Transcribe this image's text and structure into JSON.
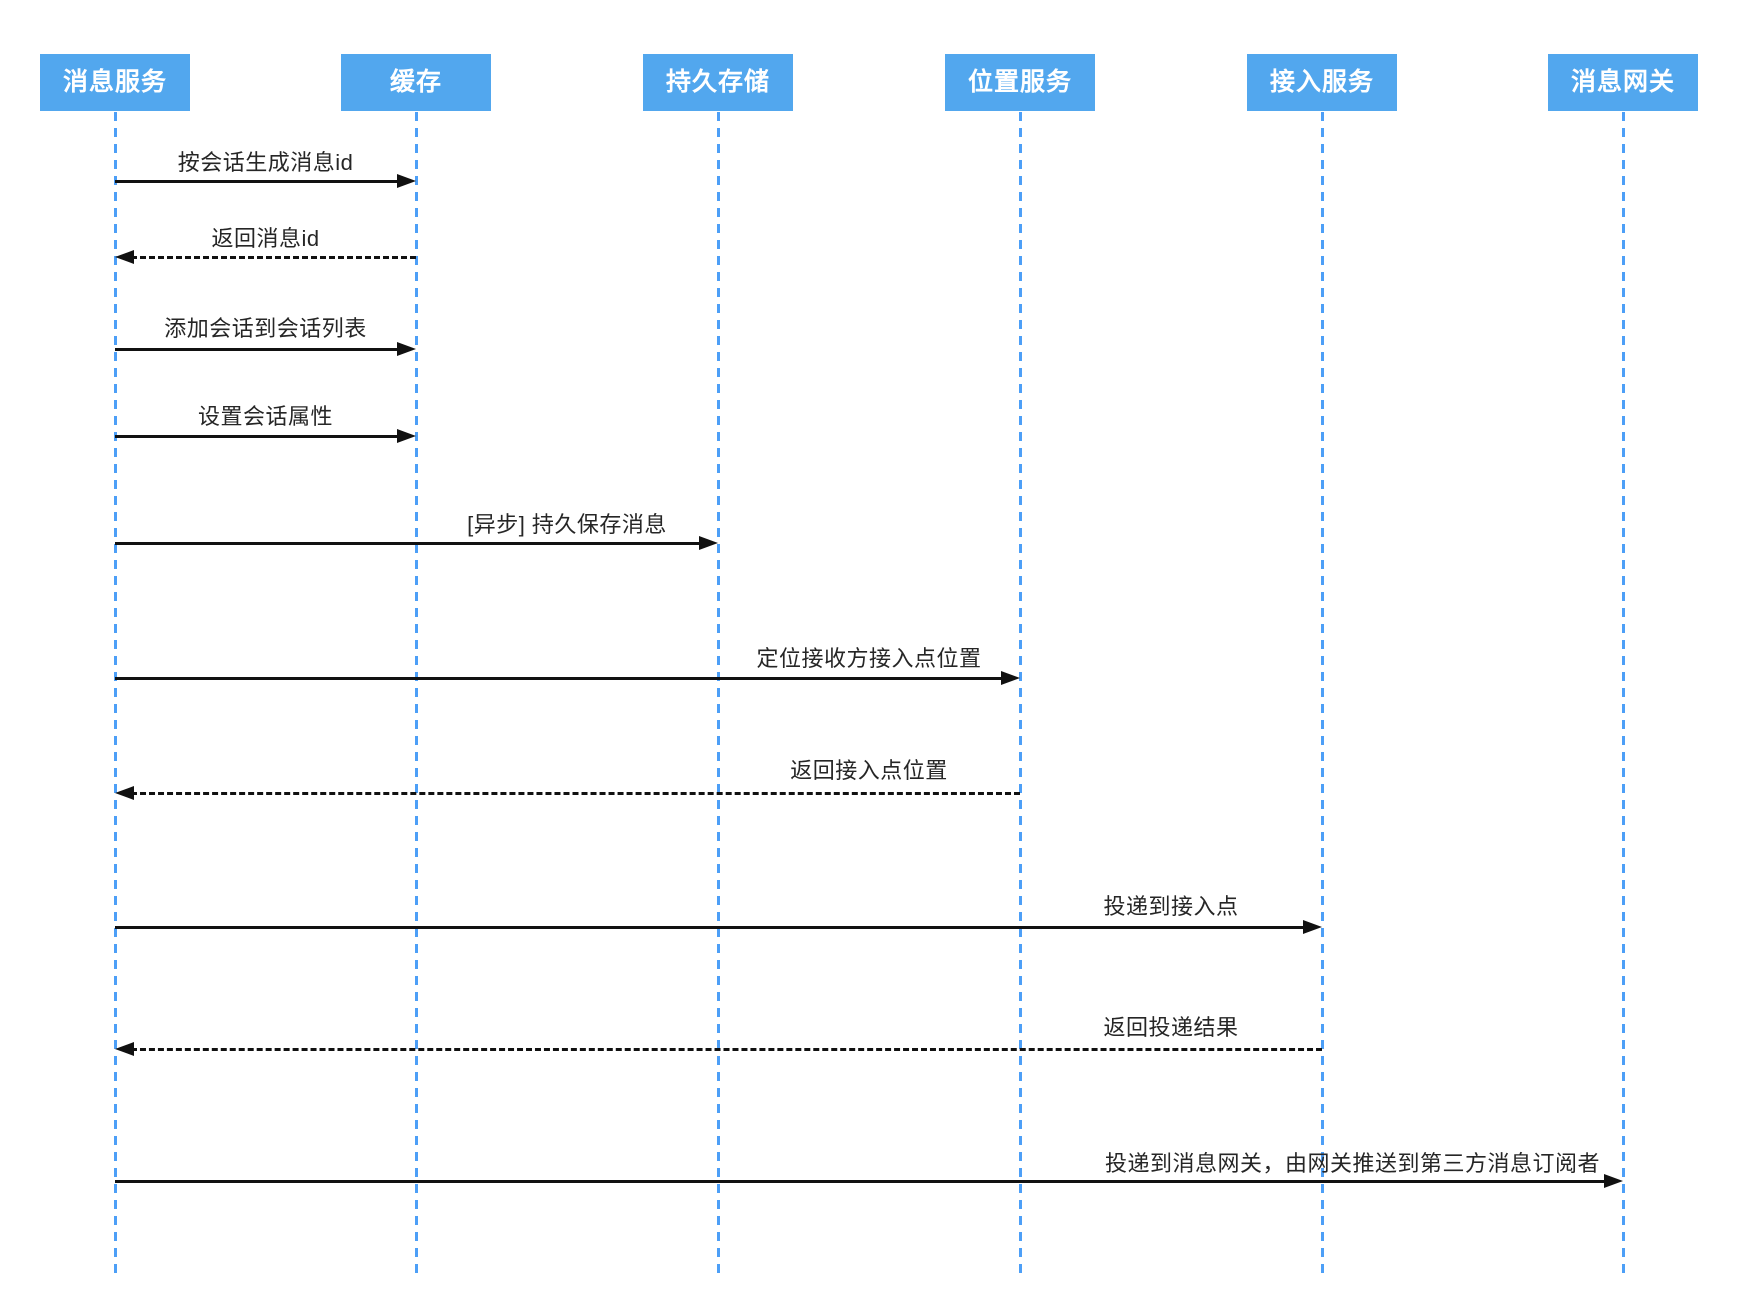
{
  "diagram": {
    "type": "sequence",
    "actors": [
      {
        "label": "消息服务"
      },
      {
        "label": "缓存"
      },
      {
        "label": "持久存储"
      },
      {
        "label": "位置服务"
      },
      {
        "label": "接入服务"
      },
      {
        "label": "消息网关"
      }
    ],
    "messages": [
      {
        "text": "按会话生成消息id",
        "from": 0,
        "to": 1,
        "line": "solid"
      },
      {
        "text": "返回消息id",
        "from": 1,
        "to": 0,
        "line": "dashed"
      },
      {
        "text": "添加会话到会话列表",
        "from": 0,
        "to": 1,
        "line": "solid"
      },
      {
        "text": "设置会话属性",
        "from": 0,
        "to": 1,
        "line": "solid"
      },
      {
        "text": "[异步] 持久保存消息",
        "from": 0,
        "to": 2,
        "line": "solid"
      },
      {
        "text": "定位接收方接入点位置",
        "from": 0,
        "to": 3,
        "line": "solid"
      },
      {
        "text": "返回接入点位置",
        "from": 3,
        "to": 0,
        "line": "dashed"
      },
      {
        "text": "投递到接入点",
        "from": 0,
        "to": 4,
        "line": "solid"
      },
      {
        "text": "返回投递结果",
        "from": 4,
        "to": 0,
        "line": "dashed"
      },
      {
        "text": "投递到消息网关，由网关推送到第三方消息订阅者",
        "from": 0,
        "to": 5,
        "line": "solid"
      }
    ],
    "colors": {
      "actor_fill": "#52A7EE",
      "actor_text": "#FFFFFF",
      "lifeline": "#4D9FF7",
      "arrow": "#111111",
      "label_text": "#262626",
      "background": "#FFFFFF"
    }
  }
}
